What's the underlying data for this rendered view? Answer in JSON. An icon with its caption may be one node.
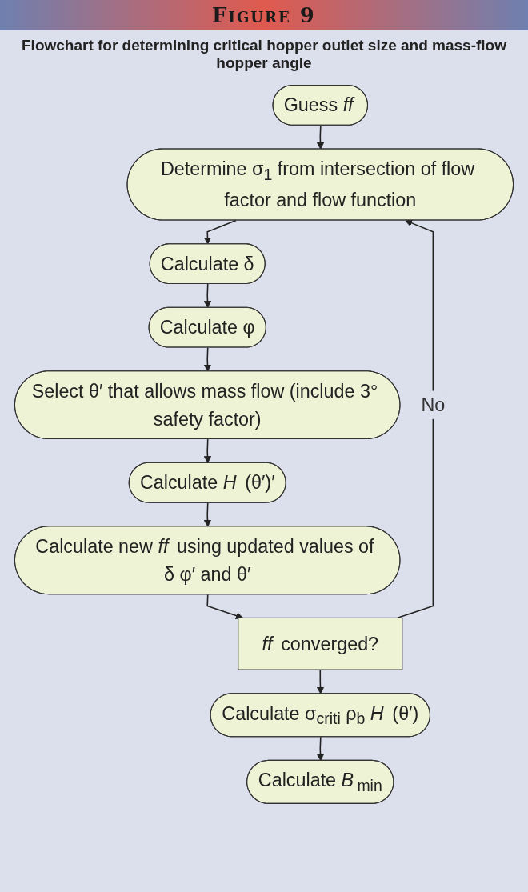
{
  "diagram": {
    "title": "Figure 9",
    "caption": "Flowchart for determining critical hopper outlet size and mass-flow hopper angle",
    "nodes": [
      {
        "text": [
          "Guess *ff*"
        ]
      },
      {
        "text": [
          "Determine σ$_{1}$ from intersection of flow factor and flow function"
        ]
      },
      {
        "text": [
          "Calculate δ"
        ]
      },
      {
        "text": [
          "Calculate φ"
        ]
      },
      {
        "text": [
          "Select θ′ that allows mass flow (include 3° safety factor)"
        ]
      },
      {
        "text": [
          "Calculate *H* (θ′)′"
        ]
      },
      {
        "text": [
          "Calculate new *ff* using updated values of δ φ′ and θ′"
        ]
      },
      {
        "text": [
          "*ff* converged?"
        ]
      },
      {
        "text": [
          "Calculate σ$_{criti}$ ρ$_{b}$ *H* (θ′)"
        ]
      },
      {
        "text": [
          "Calculate *B*$_{min}$"
        ]
      }
    ],
    "edges": [
      {
        "from": 0,
        "to": 1,
        "arrow": "to"
      },
      {
        "from": 1,
        "to": 2,
        "arrow": "to"
      },
      {
        "from": 2,
        "to": 3,
        "arrow": "to"
      },
      {
        "from": 3,
        "to": 4,
        "arrow": "to"
      },
      {
        "from": 4,
        "to": 5,
        "arrow": "to"
      },
      {
        "from": 5,
        "to": 6,
        "arrow": "to"
      },
      {
        "from": 6,
        "to": 7,
        "arrow": "to"
      },
      {
        "from": 7,
        "to": 1,
        "arrow": "to",
        "label": "No"
      },
      {
        "from": 7,
        "to": 8,
        "arrow": "to"
      },
      {
        "from": 8,
        "to": 9,
        "arrow": "to"
      }
    ]
  }
}
